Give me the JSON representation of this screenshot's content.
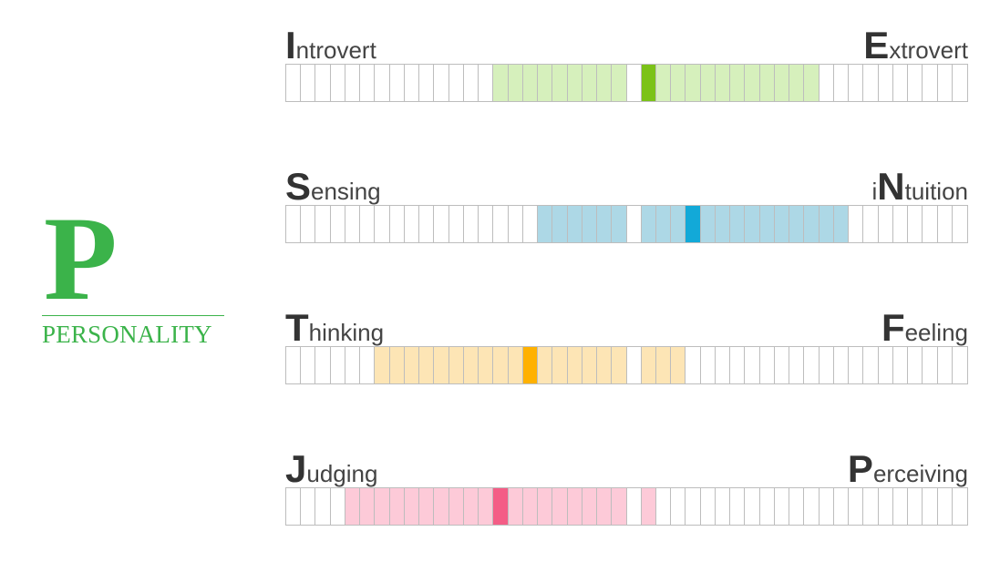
{
  "logo": {
    "letter": "P",
    "word": "PERSONALITY",
    "color": "#3bb34a"
  },
  "chart_data": {
    "type": "bar",
    "segments_per_scale": 46,
    "scales": [
      {
        "left_initial": "I",
        "left_rest": "ntrovert",
        "right_prefix": "",
        "right_initial": "E",
        "right_rest": "xtrovert",
        "range_start": 14,
        "range_end": 35,
        "gaps": [
          23
        ],
        "marker": 24,
        "fill_color": "#d6f0bc",
        "marker_color": "#7bc218"
      },
      {
        "left_initial": "S",
        "left_rest": "ensing",
        "right_prefix": "i",
        "right_initial": "N",
        "right_rest": "tuition",
        "range_start": 17,
        "range_end": 37,
        "gaps": [
          23
        ],
        "marker": 27,
        "fill_color": "#add8e6",
        "marker_color": "#12a9d8"
      },
      {
        "left_initial": "T",
        "left_rest": "hinking",
        "right_prefix": "",
        "right_initial": "F",
        "right_rest": "eeling",
        "range_start": 6,
        "range_end": 26,
        "gaps": [
          23
        ],
        "marker": 16,
        "fill_color": "#fde5b5",
        "marker_color": "#ffb100"
      },
      {
        "left_initial": "J",
        "left_rest": "udging",
        "right_prefix": "",
        "right_initial": "P",
        "right_rest": "erceiving",
        "range_start": 4,
        "range_end": 24,
        "gaps": [
          23
        ],
        "marker": 14,
        "fill_color": "#fdcad8",
        "marker_color": "#f45d86"
      }
    ]
  }
}
